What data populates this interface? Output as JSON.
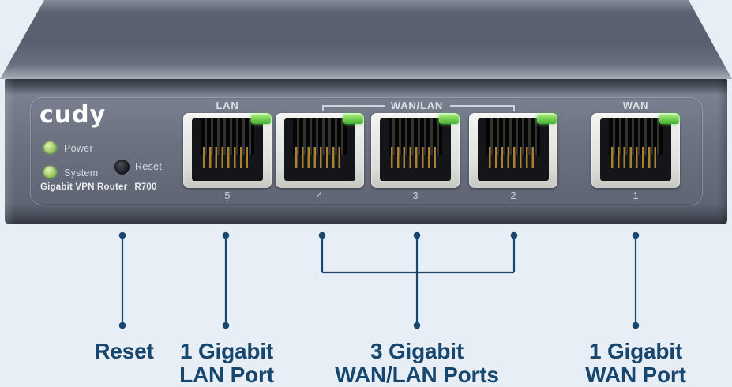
{
  "device": {
    "brand_logo": "cudy",
    "status_leds": [
      {
        "label": "Power"
      },
      {
        "label": "System"
      }
    ],
    "reset_button_label": "Reset",
    "model_line": "Gigabit VPN Router",
    "model_number": "R700",
    "port_group_labels": {
      "lan": "LAN",
      "wanlan": "WAN/LAN",
      "wan": "WAN"
    },
    "ports": [
      {
        "number": "5",
        "group": "LAN"
      },
      {
        "number": "4",
        "group": "WAN/LAN"
      },
      {
        "number": "3",
        "group": "WAN/LAN"
      },
      {
        "number": "2",
        "group": "WAN/LAN"
      },
      {
        "number": "1",
        "group": "WAN"
      }
    ]
  },
  "annotations": [
    {
      "target": "reset-button",
      "lines": [
        "Reset"
      ]
    },
    {
      "target": "port-5",
      "lines": [
        "1 Gigabit",
        "LAN Port"
      ]
    },
    {
      "target": "ports-4-3-2",
      "lines": [
        "3 Gigabit",
        "WAN/LAN Ports"
      ]
    },
    {
      "target": "port-1",
      "lines": [
        "1 Gigabit",
        "WAN Port"
      ]
    }
  ],
  "colors": {
    "background": "#e8eef5",
    "annotation_navy": "#17476f",
    "chassis_gray": "#6b7180",
    "port_bezel": "#e9e9e6",
    "port_led_green": "#55c244",
    "status_led_green": "#8cc055",
    "panel_text": "#d7dade"
  }
}
